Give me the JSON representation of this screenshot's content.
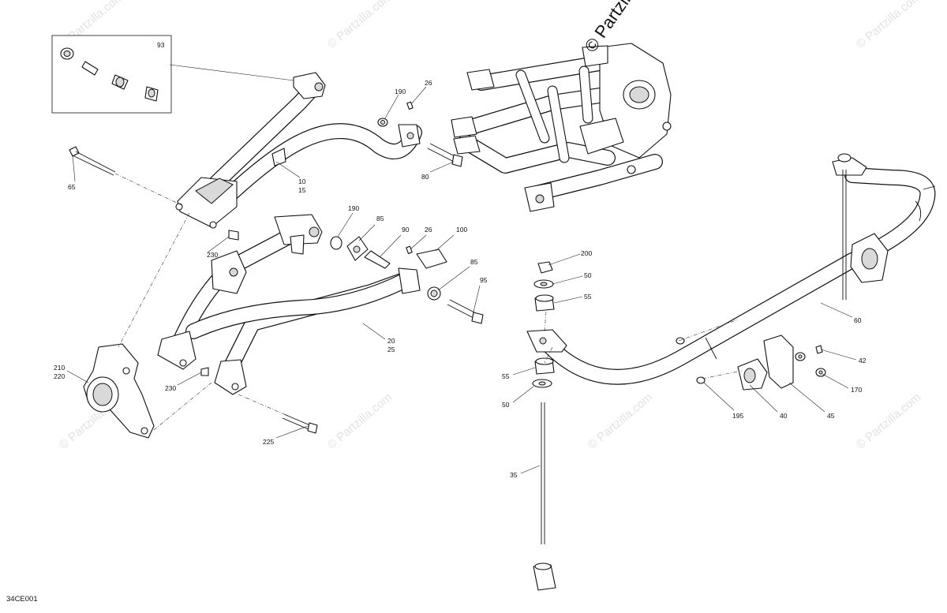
{
  "watermark": {
    "main": "© Partzilla.com",
    "faint": "© Partzilla.com"
  },
  "diagram_code": "34CE001",
  "callouts": {
    "c93": "93",
    "c190a": "190",
    "c26a": "26",
    "c65": "65",
    "c10": "10",
    "c15": "15",
    "c80": "80",
    "c190b": "190",
    "c85a": "85",
    "c90": "90",
    "c26b": "26",
    "c100": "100",
    "c85b": "85",
    "c95": "95",
    "c230a": "230",
    "c20": "20",
    "c25": "25",
    "c210": "210",
    "c220": "220",
    "c230b": "230",
    "c225": "225",
    "c200": "200",
    "c50a": "50",
    "c55a": "55",
    "c60": "60",
    "c55b": "55",
    "c50b": "50",
    "c42": "42",
    "c170": "170",
    "c195": "195",
    "c40": "40",
    "c45": "45",
    "c35": "35"
  }
}
